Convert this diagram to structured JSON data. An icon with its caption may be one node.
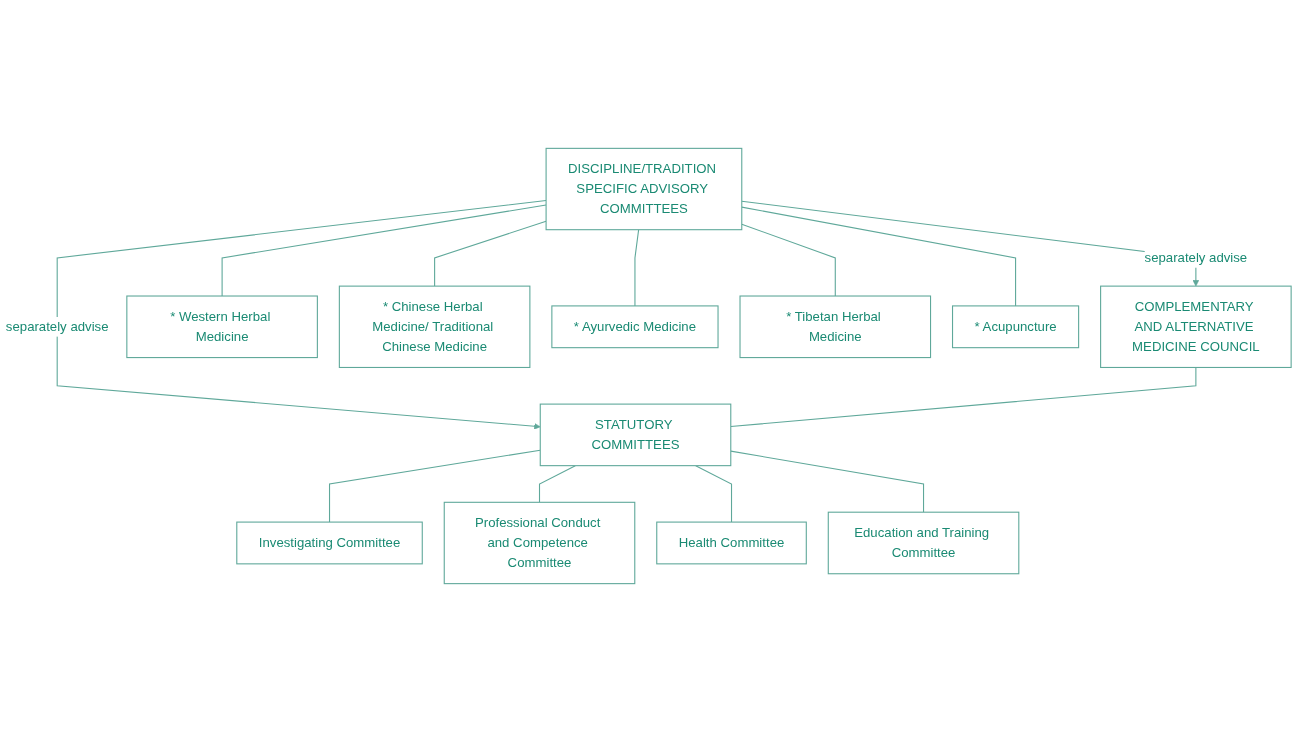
{
  "diagram": {
    "nodes": [
      {
        "text": [
          "COMPLEMENTARY AND ALTERNATIVE MEDICINE COUNCIL"
        ]
      },
      {
        "text": [
          "STATUTORY COMMITTEES"
        ]
      },
      {
        "text": [
          "Investigating Committee"
        ]
      },
      {
        "text": [
          "Professional Conduct and Competence Committee"
        ]
      },
      {
        "text": [
          "Health Committee"
        ]
      },
      {
        "text": [
          "Education and Training Committee"
        ]
      },
      {
        "text": [
          "DISCIPLINE/TRADITION SPECIFIC ADVISORY COMMITTEES"
        ]
      },
      {
        "text": [
          "* Western Herbal Medicine"
        ]
      },
      {
        "text": [
          "* Chinese Herbal Medicine/ Traditional Chinese Medicine"
        ]
      },
      {
        "text": [
          "* Ayurvedic Medicine"
        ]
      },
      {
        "text": [
          "* Tibetan Herbal Medicine"
        ]
      },
      {
        "text": [
          "* Acupuncture"
        ]
      }
    ],
    "edges": [
      {
        "from": 6,
        "to": 0,
        "arrow": "to",
        "label": "separately advise"
      },
      {
        "from": 6,
        "to": 1,
        "arrow": "to",
        "label": "separately advise"
      },
      {
        "from": 0,
        "to": 1,
        "arrow": "none"
      },
      {
        "from": 1,
        "to": 2,
        "arrow": "none"
      },
      {
        "from": 1,
        "to": 3,
        "arrow": "none"
      },
      {
        "from": 1,
        "to": 4,
        "arrow": "none"
      },
      {
        "from": 1,
        "to": 5,
        "arrow": "none"
      },
      {
        "from": 6,
        "to": 7,
        "arrow": "none"
      },
      {
        "from": 6,
        "to": 8,
        "arrow": "none"
      },
      {
        "from": 6,
        "to": 9,
        "arrow": "none"
      },
      {
        "from": 6,
        "to": 10,
        "arrow": "none"
      },
      {
        "from": 6,
        "to": 11,
        "arrow": "none"
      }
    ]
  }
}
